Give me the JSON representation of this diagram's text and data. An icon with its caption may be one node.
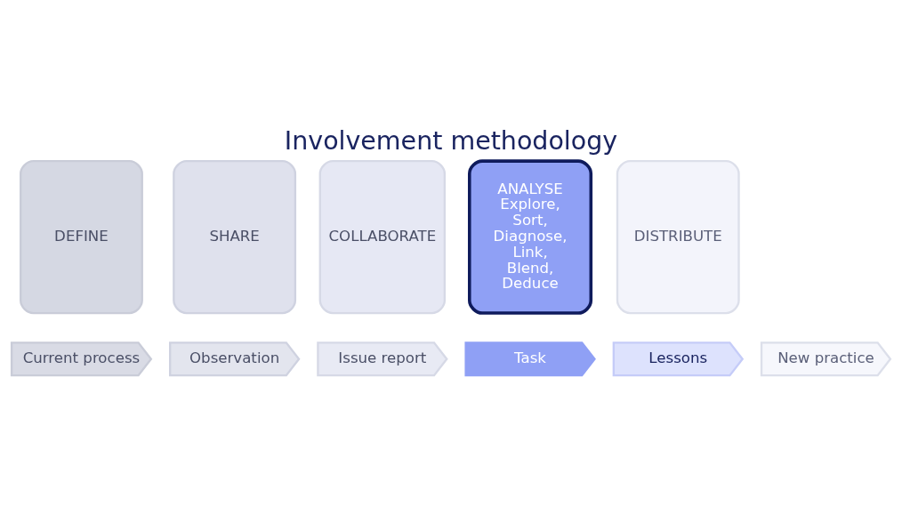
{
  "diagram": {
    "title": "Involvement methodology",
    "nodes": [
      {
        "text": [
          "DEFINE"
        ]
      },
      {
        "text": [
          "SHARE"
        ]
      },
      {
        "text": [
          "COLLABORATE"
        ]
      },
      {
        "text": [
          "ANALYSE",
          "Explore, Sort, Diagnose, Link, Blend, Deduce"
        ]
      },
      {
        "text": [
          "DISTRIBUTE"
        ]
      },
      {
        "text": [
          "Current process"
        ]
      },
      {
        "text": [
          "Observation"
        ]
      },
      {
        "text": [
          "Issue report"
        ]
      },
      {
        "text": [
          "Task"
        ]
      },
      {
        "text": [
          "Lessons"
        ]
      },
      {
        "text": [
          "New practice"
        ]
      }
    ]
  }
}
